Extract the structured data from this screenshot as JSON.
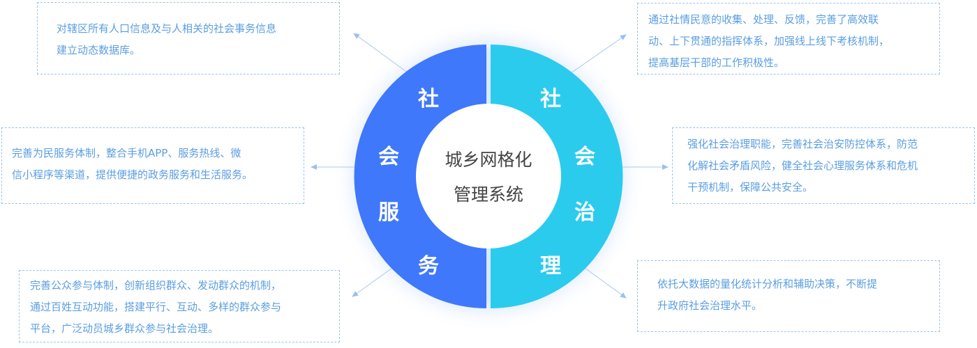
{
  "center": {
    "line1": "城乡网格化",
    "line2": "管理系统"
  },
  "left_ring": {
    "chars": [
      "社",
      "会",
      "服",
      "务"
    ],
    "color": "#3f78fb"
  },
  "right_ring": {
    "chars": [
      "社",
      "会",
      "治",
      "理"
    ],
    "color": "#2bcbee"
  },
  "boxes": {
    "top_left": [
      "对辖区所有人口信息及与人相关的社会事务信息",
      "建立动态数据库。"
    ],
    "mid_left": [
      "完善为民服务体制，整合手机APP、服务热线、微",
      "信小程序等渠道，提供便捷的政务服务和生活服务。"
    ],
    "bottom_left": [
      "完善公众参与体制，创新组织群众、发动群众的机制，",
      "通过百姓互动功能，搭建平行、互动、多样的群众参与",
      "平台，广泛动员城乡群众参与社会治理。"
    ],
    "top_right": [
      "通过社情民意的收集、处理、反馈，完善了高效联",
      "动、上下贯通的指挥体系，加强线上线下考核机制，",
      "提高基层干部的工作积极性。"
    ],
    "mid_right": [
      "强化社会治理职能，完善社会治安防控体系，防范",
      "化解社会矛盾风险，健全社会心理服务体系和危机",
      "干预机制，保障公共安全。"
    ],
    "bottom_right": [
      "依托大数据的量化统计分析和辅助决策，不断提",
      "升政府社会治理水平。"
    ]
  }
}
